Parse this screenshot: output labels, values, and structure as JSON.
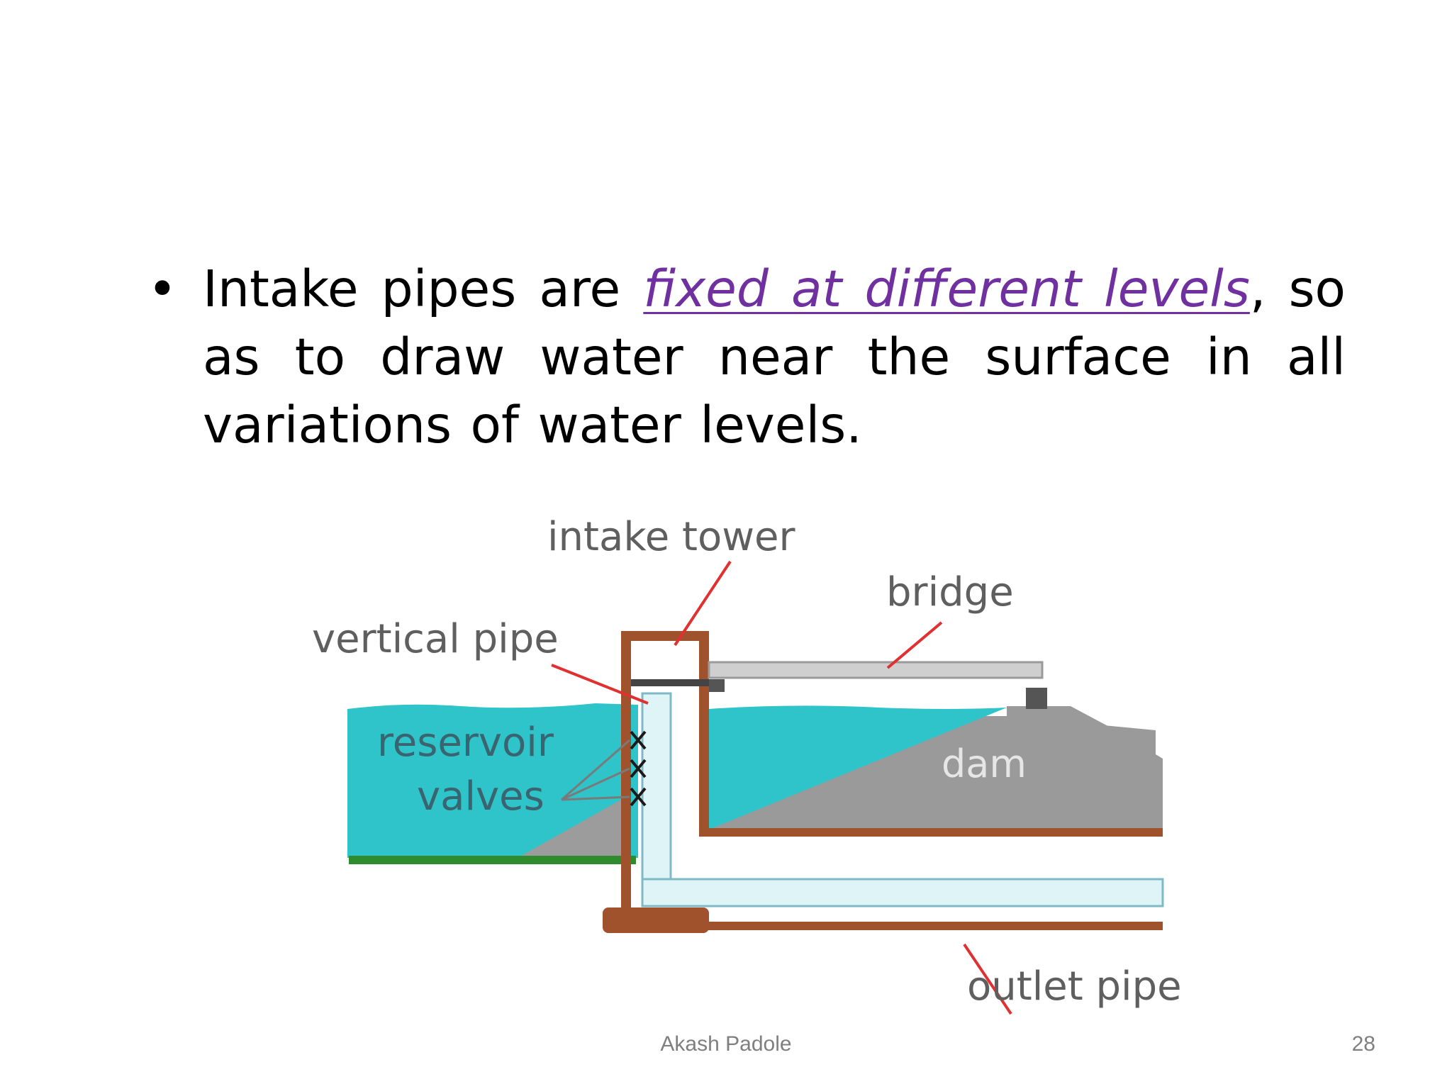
{
  "slide": {
    "bullet": {
      "text_before": "Intake pipes are ",
      "link_text": "fixed at different levels",
      "text_after": ", so as to draw water near the surface in all variations of water levels."
    },
    "diagram": {
      "labels": {
        "intake_tower": "intake tower",
        "bridge": "bridge",
        "vertical_pipe": "vertical pipe",
        "reservoir": "reservoir",
        "valves": "valves",
        "dam": "dam",
        "outlet_pipe": "outlet pipe"
      },
      "colors": {
        "water": "#2ec4c9",
        "dam": "#999999",
        "tower": "#a0522d",
        "pipe": "#dff4f6",
        "pointer": "#e03030",
        "ground": "#2e8b2e",
        "bridge": "#c8c8c8"
      }
    },
    "footer": {
      "author": "Akash Padole",
      "page_number": "28"
    }
  }
}
